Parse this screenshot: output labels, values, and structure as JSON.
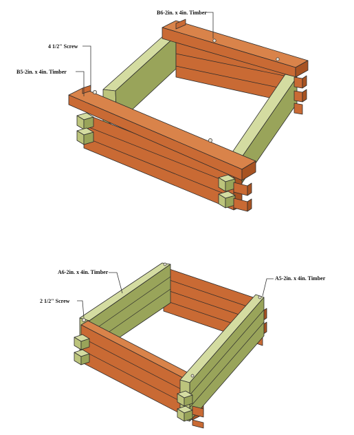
{
  "colors": {
    "orange_top": "#d9834a",
    "orange_front": "#c96a34",
    "orange_side": "#a85322",
    "orange_dark": "#8a3f17",
    "green_top": "#d4dca1",
    "green_front": "#bcc47c",
    "green_side": "#99a45a",
    "outline": "#2b2b2b",
    "leader": "#333333"
  },
  "diagrams": [
    {
      "id": "top",
      "labels": [
        {
          "id": "b6",
          "text": "B6-2in. x 4in. Timber"
        },
        {
          "id": "screw",
          "text": "4 1/2\" Screw"
        },
        {
          "id": "b5",
          "text": "B5-2in. x 4in. Timber"
        }
      ]
    },
    {
      "id": "bottom",
      "labels": [
        {
          "id": "a6",
          "text": "A6-2in. x 4in. Timber"
        },
        {
          "id": "screw",
          "text": "2 1/2\" Screw"
        },
        {
          "id": "a5",
          "text": "A5-2in. x 4in. Timber"
        }
      ]
    }
  ]
}
